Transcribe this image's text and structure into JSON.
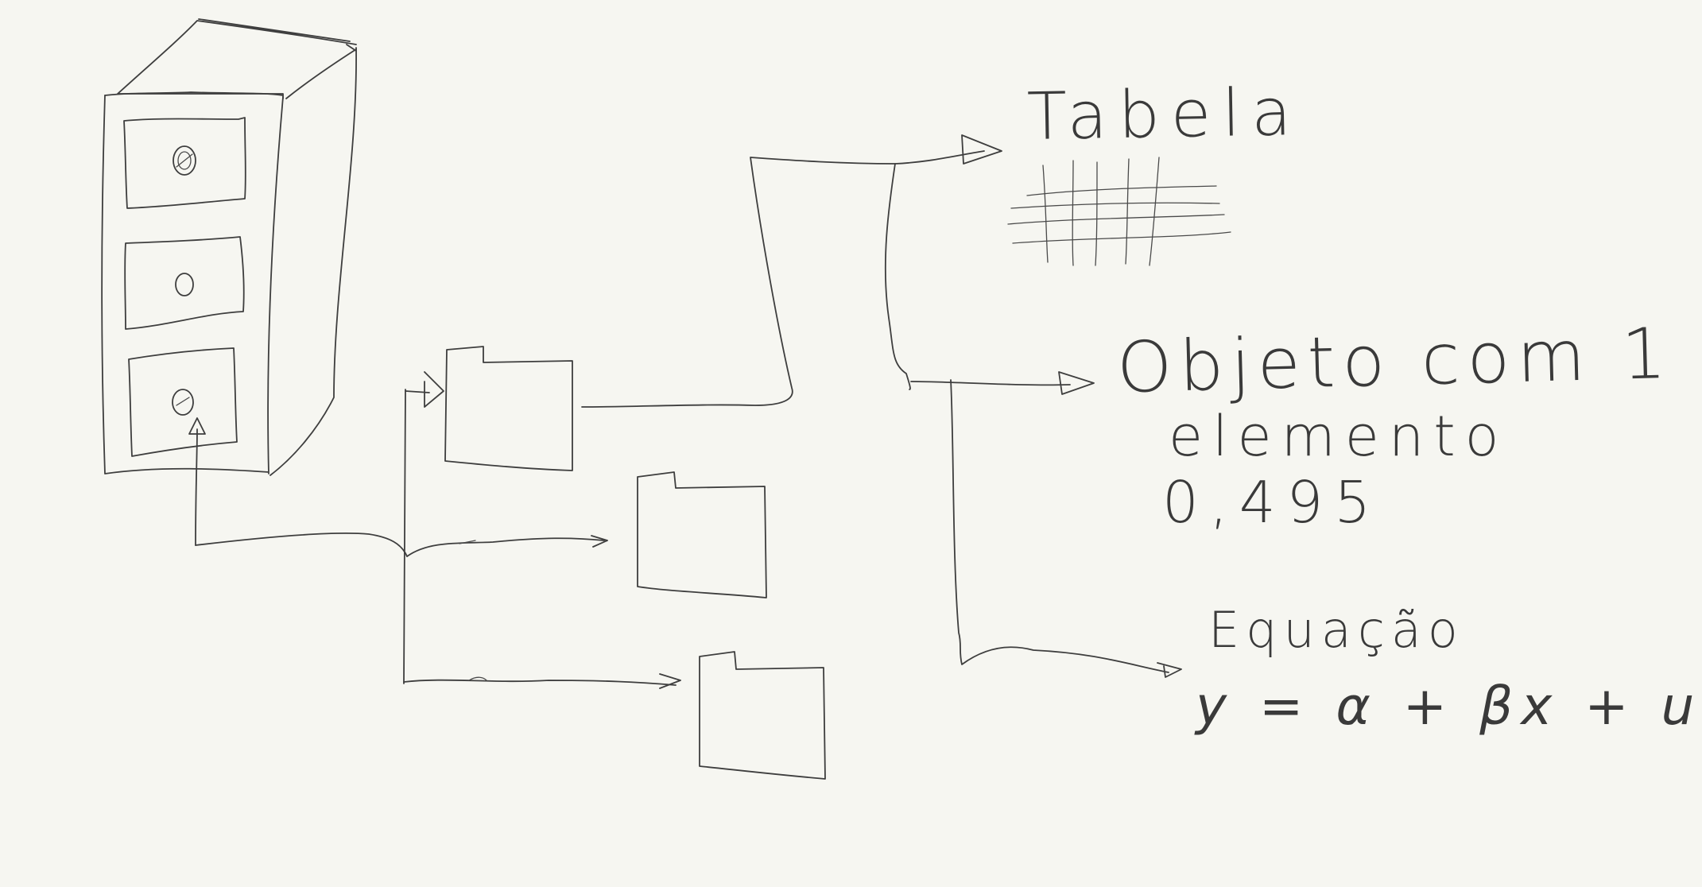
{
  "diagram": {
    "outputs": {
      "table": {
        "title": "Tabela"
      },
      "object": {
        "line1": "Objeto com 1",
        "line2": "elemento",
        "line3": "0,495"
      },
      "equation": {
        "title": "Equação",
        "formula": "y = α + βx + u"
      }
    },
    "colors": {
      "background": "#f6f6f1",
      "ink": "#3e3e3e"
    },
    "icons": [
      "file-cabinet-icon",
      "folder-icon",
      "table-grid-icon",
      "arrow-icon"
    ]
  }
}
